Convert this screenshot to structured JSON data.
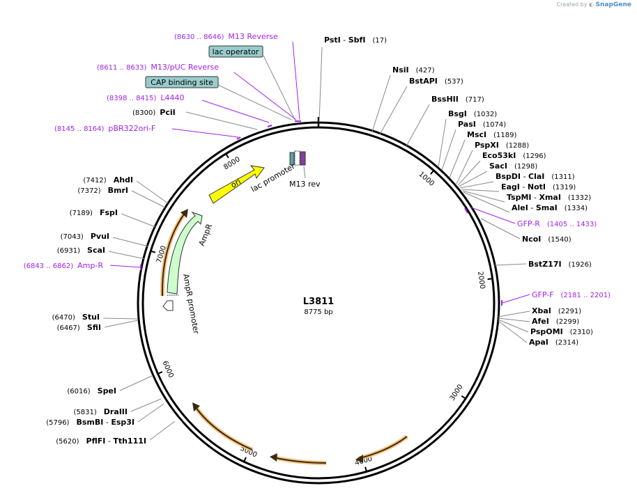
{
  "credit": {
    "prefix": "Created by",
    "brand": "SnapGene"
  },
  "plasmid": {
    "name": "L3811",
    "length_label": "8775 bp",
    "length": 8775
  },
  "ticks": [
    {
      "pos": 1000,
      "label": "1000"
    },
    {
      "pos": 2000,
      "label": "2000"
    },
    {
      "pos": 3000,
      "label": "3000"
    },
    {
      "pos": 4000,
      "label": "4000"
    },
    {
      "pos": 5000,
      "label": "5000"
    },
    {
      "pos": 6000,
      "label": "6000"
    },
    {
      "pos": 7000,
      "label": "7000"
    },
    {
      "pos": 8000,
      "label": "8000"
    }
  ],
  "sites": [
    {
      "name": "PstI",
      "extra": "SbfI",
      "coord": "(17)",
      "pos": 17
    },
    {
      "name": "NsiI",
      "coord": "(427)",
      "pos": 427
    },
    {
      "name": "BstAPI",
      "coord": "(537)",
      "pos": 537
    },
    {
      "name": "BssHII",
      "coord": "(717)",
      "pos": 717
    },
    {
      "name": "BsgI",
      "coord": "(1032)",
      "pos": 1032
    },
    {
      "name": "PasI",
      "coord": "(1074)",
      "pos": 1074
    },
    {
      "name": "MscI",
      "coord": "(1189)",
      "pos": 1189
    },
    {
      "name": "PspXI",
      "coord": "(1288)",
      "pos": 1288
    },
    {
      "name": "Eco53kI",
      "coord": "(1296)",
      "pos": 1296
    },
    {
      "name": "SacI",
      "coord": "(1298)",
      "pos": 1298
    },
    {
      "name": "BspDI",
      "extra": "ClaI",
      "coord": "(1311)",
      "pos": 1311
    },
    {
      "name": "EagI",
      "extra": "NotI",
      "coord": "(1319)",
      "pos": 1319
    },
    {
      "name": "TspMI",
      "extra": "XmaI",
      "coord": "(1332)",
      "pos": 1332
    },
    {
      "name": "AleI",
      "extra": "SmaI",
      "coord": "(1334)",
      "pos": 1334
    },
    {
      "name": "NcoI",
      "coord": "(1540)",
      "pos": 1540
    },
    {
      "name": "BstZ17I",
      "coord": "(1926)",
      "pos": 1926
    },
    {
      "name": "XbaI",
      "coord": "(2291)",
      "pos": 2291
    },
    {
      "name": "AfeI",
      "coord": "(2299)",
      "pos": 2299
    },
    {
      "name": "PspOMI",
      "coord": "(2310)",
      "pos": 2310
    },
    {
      "name": "ApaI",
      "coord": "(2314)",
      "pos": 2314
    },
    {
      "name": "PflFI",
      "extra": "Tth111I",
      "coord": "(5620)",
      "pos": 5620
    },
    {
      "name": "BsmBI",
      "extra": "Esp3I",
      "coord": "(5796)",
      "pos": 5796
    },
    {
      "name": "DraIII",
      "coord": "(5831)",
      "pos": 5831
    },
    {
      "name": "SpeI",
      "coord": "(6016)",
      "pos": 6016
    },
    {
      "name": "SfiI",
      "coord": "(6467)",
      "pos": 6467
    },
    {
      "name": "StuI",
      "coord": "(6470)",
      "pos": 6470
    },
    {
      "name": "ScaI",
      "coord": "(6931)",
      "pos": 6931
    },
    {
      "name": "PvuI",
      "coord": "(7043)",
      "pos": 7043
    },
    {
      "name": "FspI",
      "coord": "(7189)",
      "pos": 7189
    },
    {
      "name": "BmrI",
      "coord": "(7372)",
      "pos": 7372
    },
    {
      "name": "AhdI",
      "coord": "(7412)",
      "pos": 7412
    },
    {
      "name": "PciI",
      "coord": "(8300)",
      "pos": 8300
    }
  ],
  "primers": [
    {
      "name": "GFP-R",
      "range": "(1405 .. 1433)",
      "start": 1405,
      "end": 1433
    },
    {
      "name": "GFP-F",
      "range": "(2181 .. 2201)",
      "start": 2181,
      "end": 2201
    },
    {
      "name": "Amp-R",
      "range": "(6843 .. 6862)",
      "start": 6843,
      "end": 6862
    },
    {
      "name": "pBR322ori-F",
      "range": "(8145 .. 8164)",
      "start": 8145,
      "end": 8164
    },
    {
      "name": "L4440",
      "range": "(8398 .. 8415)",
      "start": 8398,
      "end": 8415
    },
    {
      "name": "M13/pUC Reverse",
      "range": "(8611 .. 8633)",
      "start": 8611,
      "end": 8633
    },
    {
      "name": "M13 Reverse",
      "range": "(8630 .. 8646)",
      "start": 8630,
      "end": 8646
    }
  ],
  "boxed_features": [
    {
      "name": "lac operator"
    },
    {
      "name": "CAP binding site"
    }
  ],
  "features": [
    {
      "name": "ori",
      "type": "rep_origin",
      "color": "#ffff00"
    },
    {
      "name": "AmpR",
      "type": "cds",
      "color": "#ccffcc"
    },
    {
      "name": "AmpR promoter",
      "type": "promoter",
      "color": "#ffffff"
    },
    {
      "name": "lac promoter",
      "type": "promoter",
      "color": "#ffffff"
    },
    {
      "name": "M13 rev",
      "type": "primer_bind",
      "color": "#8040a0"
    }
  ],
  "colors": {
    "primer": "#a020f0",
    "backbone": "#000000",
    "ori": "#ffff00",
    "ampr": "#ccffcc",
    "orange_feature": "#f5a623",
    "box_fill": "#99cccc"
  }
}
